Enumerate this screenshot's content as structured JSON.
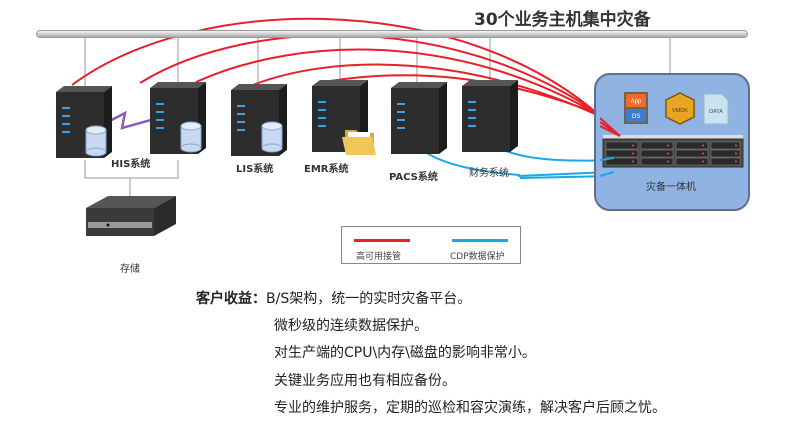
{
  "diagram": {
    "title": "30个业务主机集中灾备",
    "systems": [
      {
        "label": "HIS系统"
      },
      {
        "label": "LIS系统"
      },
      {
        "label": "EMR系统"
      },
      {
        "label": "PACS系统"
      },
      {
        "label": "财务系统"
      }
    ],
    "storage_label": "存储",
    "dr_appliance": {
      "label": "灾备一体机",
      "icons": [
        {
          "name": "app-os-icon",
          "top": "App",
          "bottom": "OS"
        },
        {
          "name": "vmdk-icon",
          "text": "VMDK"
        },
        {
          "name": "data-icon",
          "text": "DATA"
        }
      ]
    },
    "legend": [
      {
        "label": "高可用接管",
        "color": "#e8202a"
      },
      {
        "label": "CDP数据保护",
        "color": "#1ea7e8"
      }
    ],
    "colors": {
      "ha_line": "#e8202a",
      "cdp_line": "#1ea7e8",
      "heartbeat": "#8a5bc4",
      "dr_box_bg": "#8fb4e3"
    }
  },
  "benefits": {
    "label": "客户收益：",
    "items": [
      "B/S架构，统一的实时灾备平台。",
      "微秒级的连续数据保护。",
      "对生产端的CPU\\内存\\磁盘的影响非常小。",
      "关键业务应用也有相应备份。",
      "专业的维护服务，定期的巡检和容灾演练，解决客户后顾之忧。"
    ]
  }
}
